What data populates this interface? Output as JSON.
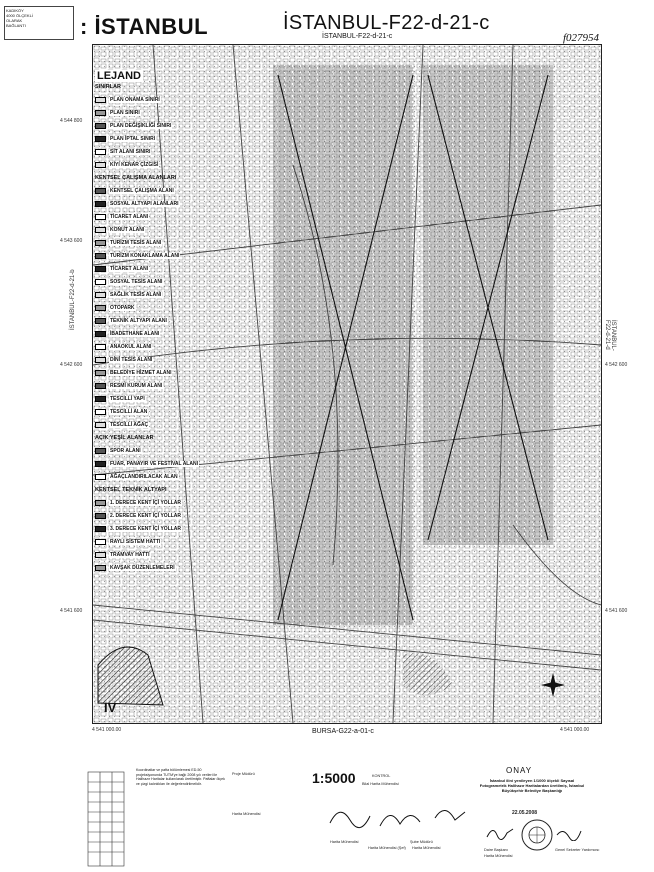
{
  "header": {
    "city_title": ": İSTANBUL",
    "sheet_title": "İSTANBUL-F22-d-21-c",
    "ref_number": "f027954",
    "top_box": [
      "KADIKÖY",
      "4000 ÖLÇEKLİ",
      "OLARAK",
      "BAĞLANTI"
    ]
  },
  "map": {
    "sheet_top_label": "İSTANBUL-F22-d-21-c",
    "sheet_bottom_label": "BURSA-G22-a-01-c",
    "left_sheet_label": "İSTANBUL-F22-d-21-b",
    "right_sheet_label": "İSTANBUL-F22-d-21-d",
    "north_coords": [
      "4 544 800",
      "4 543 600",
      "4 542 600",
      "4 541 600"
    ],
    "east_coords": [
      "4 542 600",
      "4 541 600"
    ],
    "bottom_coords": [
      "4 541 000.00",
      "4 541 000.00"
    ],
    "roman_numeral": "IV"
  },
  "legend": {
    "title": "LEJAND",
    "rows": [
      {
        "label": "SINIRLAR",
        "type": "section"
      },
      {
        "label": "PLAN ONAMA SINIRI",
        "type": "row"
      },
      {
        "label": "PLAN SINIRI",
        "type": "row"
      },
      {
        "label": "PLAN DEĞİŞİKLİĞİ SINIRI",
        "type": "row"
      },
      {
        "label": "PLAN İPTAL SINIRI",
        "type": "row"
      },
      {
        "label": "SİT ALANI SINIRI",
        "type": "row"
      },
      {
        "label": "KIYI KENAR ÇİZGİSİ",
        "type": "row"
      },
      {
        "label": "KENTSEL ÇALIŞMA ALANLARI",
        "type": "section"
      },
      {
        "label": "KENTSEL ÇALIŞMA ALANI",
        "type": "row"
      },
      {
        "label": "SOSYAL ALTYAPI ALANLARI",
        "type": "row"
      },
      {
        "label": "TİCARET ALANI",
        "type": "row"
      },
      {
        "label": "KONUT ALANI",
        "type": "row"
      },
      {
        "label": "TURİZM TESİS ALANI",
        "type": "row"
      },
      {
        "label": "TURİZM KONAKLAMA ALANI",
        "type": "row"
      },
      {
        "label": "TİCARET ALANI",
        "type": "row"
      },
      {
        "label": "SOSYAL TESİS ALANI",
        "type": "row"
      },
      {
        "label": "SAĞLIK TESİS ALANI",
        "type": "row"
      },
      {
        "label": "OTOPARK",
        "type": "row"
      },
      {
        "label": "TEKNİK ALTYAPI ALANI",
        "type": "row"
      },
      {
        "label": "İBADETHANE ALANI",
        "type": "row"
      },
      {
        "label": "ANAOKUL ALANI",
        "type": "row"
      },
      {
        "label": "DİNİ TESİS ALANI",
        "type": "row"
      },
      {
        "label": "BELEDİYE HİZMET ALANI",
        "type": "row"
      },
      {
        "label": "RESMİ KURUM ALANI",
        "type": "row"
      },
      {
        "label": "TESCİLLİ YAPI",
        "type": "row"
      },
      {
        "label": "TESCİLLİ ALAN",
        "type": "row"
      },
      {
        "label": "TESCİLLİ AĞAÇ",
        "type": "row"
      },
      {
        "label": "AÇIK YEŞİL ALANLAR",
        "type": "section"
      },
      {
        "label": "SPOR ALANI",
        "type": "row"
      },
      {
        "label": "FUAR, PANAYIR VE FESTİVAL ALANI",
        "type": "row"
      },
      {
        "label": "AĞAÇLANDIRILACAK ALAN",
        "type": "row"
      },
      {
        "label": "KENTSEL TEKNİK ALTYAPI",
        "type": "section"
      },
      {
        "label": "1. DERECE KENT İÇİ YOLLAR",
        "type": "row"
      },
      {
        "label": "2. DERECE KENT İÇİ YOLLAR",
        "type": "row"
      },
      {
        "label": "3. DERECE KENT İÇİ YOLLAR",
        "type": "row"
      },
      {
        "label": "RAYLI SİSTEM HATTI",
        "type": "row"
      },
      {
        "label": "TRAMVAY HATTI",
        "type": "row"
      },
      {
        "label": "KAVŞAK DÜZENLEMELERİ",
        "type": "row"
      }
    ]
  },
  "footer": {
    "scale": "1:5000",
    "onay_title": "ONAY",
    "onay_text": "İstanbul ilini yenileyen 1/1000 ölçekli Sayısal Fotogrametrik Halihazır Haritalardan üretilmiş, İstanbul Büyükşehir Belediye Başkanlığı",
    "onay_date": "22.05.2008",
    "notes": "Koordinatlar ve pafta bölümlemesi ED-50 projeksiyonunda TUTM'ye bağlı 2008 yılı verileri ile Halihazır Haritalar kullanılarak üretilmiştir. Paftalar ölçek ve çizgi kalınlıkları ile değerlendirilmelidir.",
    "signatures": [
      {
        "role": "KONTROL",
        "name": "Bilal Harita Mühendisi"
      },
      {
        "role": "Proje Müdürü",
        "name": "Harita Mühendisi"
      },
      {
        "role": "Harita Mühendisi",
        "name": "Harita Mühendisi (Şef)"
      },
      {
        "role": "Şube Müdürü",
        "name": "Harita Mühendisi"
      },
      {
        "role": "Daire Başkanı",
        "name": "Harita Mühendisi"
      },
      {
        "role": "Genel Sekreter Yardımcısı",
        "name": ""
      }
    ]
  },
  "colors": {
    "ink": "#1a1a1a",
    "paper": "#ffffff",
    "hatch": "#333333"
  }
}
